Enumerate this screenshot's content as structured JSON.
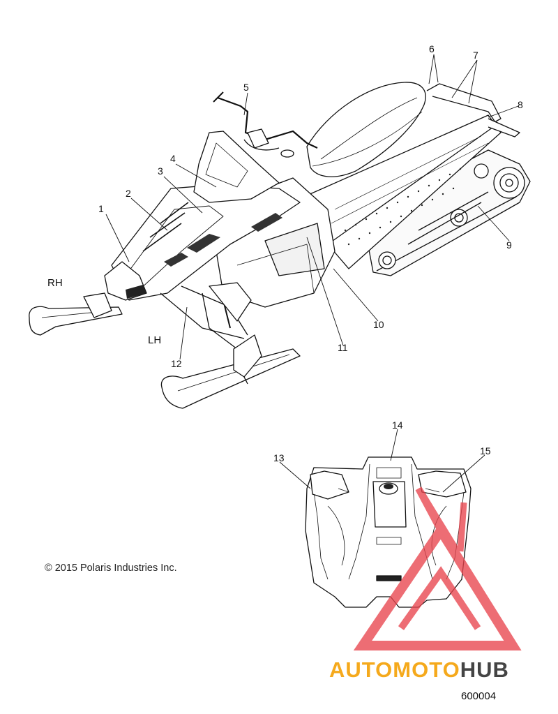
{
  "callouts": {
    "c1": "1",
    "c2": "2",
    "c3": "3",
    "c4": "4",
    "c5": "5",
    "c6": "6",
    "c7": "7",
    "c8": "8",
    "c9": "9",
    "c10": "10",
    "c11": "11",
    "c12": "12",
    "c13": "13",
    "c14": "14",
    "c15": "15"
  },
  "sides": {
    "right": "RH",
    "left": "LH"
  },
  "copyright": "© 2015 Polaris Industries Inc.",
  "diagram_id": "600004",
  "watermark": {
    "part_a": "AUTOMOTO",
    "part_b": "HUB",
    "color_a": "#f5a91c",
    "color_b": "#444444",
    "logo_color": "#e8454e"
  },
  "icons": [
    "snowmobile-illustration",
    "hood-top-view-illustration",
    "watermark-triangle-logo"
  ]
}
